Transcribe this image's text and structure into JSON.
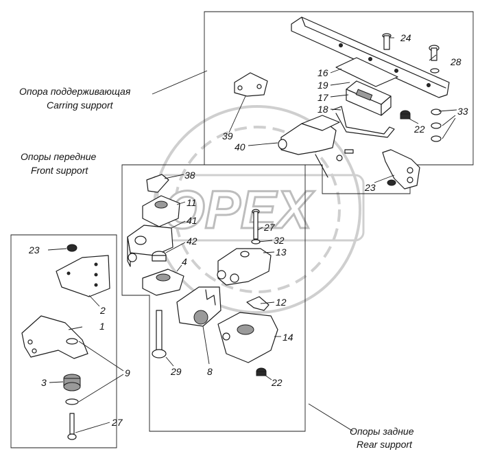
{
  "captions": {
    "support_ru": "Опора поддерживающая",
    "support_en": "Carring support",
    "front_ru": "Опоры передние",
    "front_en": "Front support",
    "rear_ru": "Опоры задние",
    "rear_en": "Rear support"
  },
  "watermark": "OPEX",
  "callouts": {
    "c1": "1",
    "c2": "2",
    "c3": "3",
    "c4": "4",
    "c8": "8",
    "c9": "9",
    "c11": "11",
    "c12": "12",
    "c13": "13",
    "c14": "14",
    "c16": "16",
    "c17": "17",
    "c18": "18",
    "c19": "19",
    "c22a": "22",
    "c22b": "22",
    "c23a": "23",
    "c23b": "23",
    "c24": "24",
    "c27a": "27",
    "c27b": "27",
    "c28": "28",
    "c29": "29",
    "c32": "32",
    "c33": "33",
    "c38": "38",
    "c39": "39",
    "c40": "40",
    "c41": "41",
    "c42": "42"
  }
}
